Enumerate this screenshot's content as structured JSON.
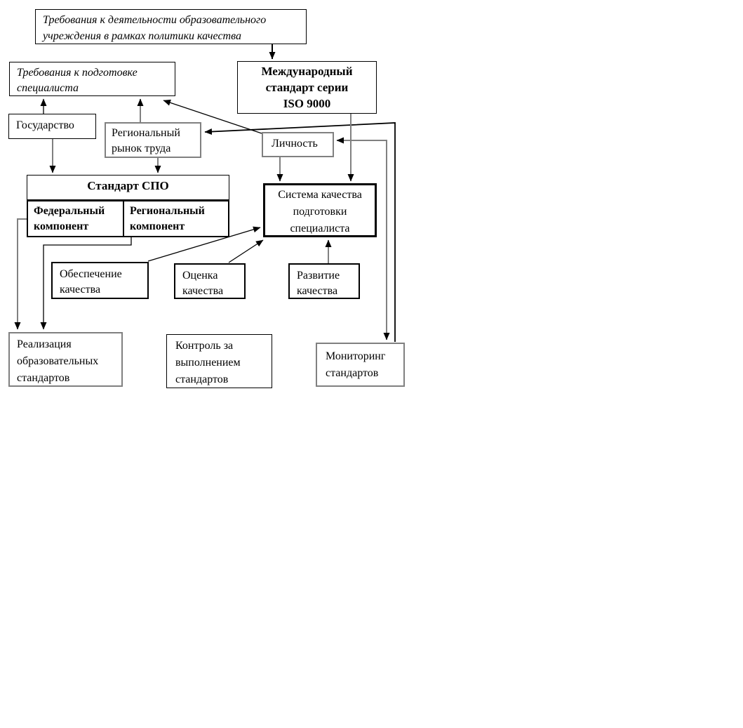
{
  "colors": {
    "line_black": "#000000",
    "line_gray": "#808080",
    "box_background": "#ffffff",
    "border_default": "#000000",
    "border_gray": "#808080"
  },
  "boxes": {
    "top": {
      "line1": "Требования к деятельности образовательного",
      "line2": "учреждения в рамках политики качества"
    },
    "treb_podg": {
      "line1": "Требования к подготовке",
      "line2": "специалиста"
    },
    "iso": {
      "line1": "Международный",
      "line2": "стандарт серии",
      "line3": "ISO 9000"
    },
    "gos": {
      "line1": "Государство"
    },
    "rynok": {
      "line1": "Региональный",
      "line2": "рынок труда"
    },
    "lichnost": {
      "line1": "Личность"
    },
    "spo": {
      "line1": "Стандарт СПО"
    },
    "fed": {
      "line1": "Федеральный",
      "line2": "компонент"
    },
    "reg_comp": {
      "line1": "Региональный",
      "line2": "компонент"
    },
    "sistema": {
      "line1": "Система качества",
      "line2": "подготовки",
      "line3": "специалиста"
    },
    "obesp": {
      "line1": "Обеспечение",
      "line2": "качества"
    },
    "ocenka": {
      "line1": "Оценка",
      "line2": "качества"
    },
    "razvitie": {
      "line1": "Развитие",
      "line2": "качества"
    },
    "realizacia": {
      "line1": "Реализация",
      "line2": "образовательных",
      "line3": "стандартов"
    },
    "kontrol": {
      "line1": "Контроль за",
      "line2": "выполнением",
      "line3": "стандартов"
    },
    "monitoring": {
      "line1": "Мониторинг",
      "line2": "стандартов"
    }
  },
  "connections": [
    {
      "from": "Требования к деятельности образовательного учреждения",
      "to": "Международный стандарт серии ISO 9000",
      "style": "black"
    },
    {
      "from": "Государство",
      "to": "Требования к подготовке специалиста",
      "style": "black"
    },
    {
      "from": "Региональный рынок труда",
      "to": "Требования к подготовке специалиста",
      "style": "gray"
    },
    {
      "from": "Личность",
      "to": "Требования к подготовке специалиста",
      "style": "black-diagonal"
    },
    {
      "from": "Государство",
      "to": "Стандарт СПО",
      "style": "gray"
    },
    {
      "from": "Региональный рынок труда",
      "to": "Стандарт СПО",
      "style": "gray"
    },
    {
      "from": "Международный стандарт серии ISO 9000",
      "to": "Система качества подготовки специалиста",
      "style": "gray"
    },
    {
      "from": "Личность",
      "to": "Система качества подготовки специалиста",
      "style": "gray"
    },
    {
      "from": "Обеспечение качества",
      "to": "Система качества подготовки специалиста",
      "style": "black-diagonal"
    },
    {
      "from": "Оценка качества",
      "to": "Система качества подготовки специалиста",
      "style": "black-diagonal"
    },
    {
      "from": "Развитие качества",
      "to": "Система качества подготовки специалиста",
      "style": "gray"
    },
    {
      "from": "Федеральный компонент",
      "to": "Реализация образовательных стандартов",
      "style": "gray"
    },
    {
      "from": "Региональный компонент",
      "to": "Реализация образовательных стандартов",
      "style": "black"
    },
    {
      "from": "Мониторинг стандартов",
      "to": "Региональный рынок труда",
      "style": "black"
    },
    {
      "from": "Мониторинг стандартов",
      "to": "Личность",
      "style": "gray-double-arrow"
    }
  ]
}
